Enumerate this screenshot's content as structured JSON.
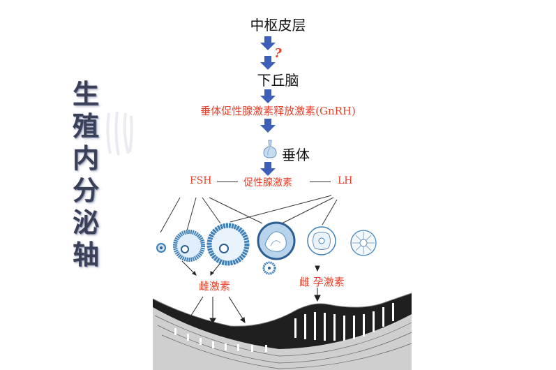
{
  "title_chars": [
    "生",
    "殖",
    "内",
    "分",
    "泌",
    "轴"
  ],
  "nodes": {
    "cortex": "中枢皮层",
    "unknown": "?",
    "hypothalamus": "下丘脑",
    "gnrh": "垂体促性腺激素释放激素(GnRH)",
    "pituitary": "垂体",
    "fsh": "FSH",
    "gonadotropin": "促性腺激素",
    "lh": "LH"
  },
  "hormones": {
    "estrogen": "雌激素",
    "progesterone": "雌 孕激素"
  },
  "colors": {
    "text": "#111111",
    "accent_red": "#e8402a",
    "arrow_blue": "#3d5fb8",
    "title": "#3a4058",
    "follicle": "#3d7fb8"
  },
  "icons": [
    "down-arrow-icon",
    "pituitary-icon"
  ]
}
